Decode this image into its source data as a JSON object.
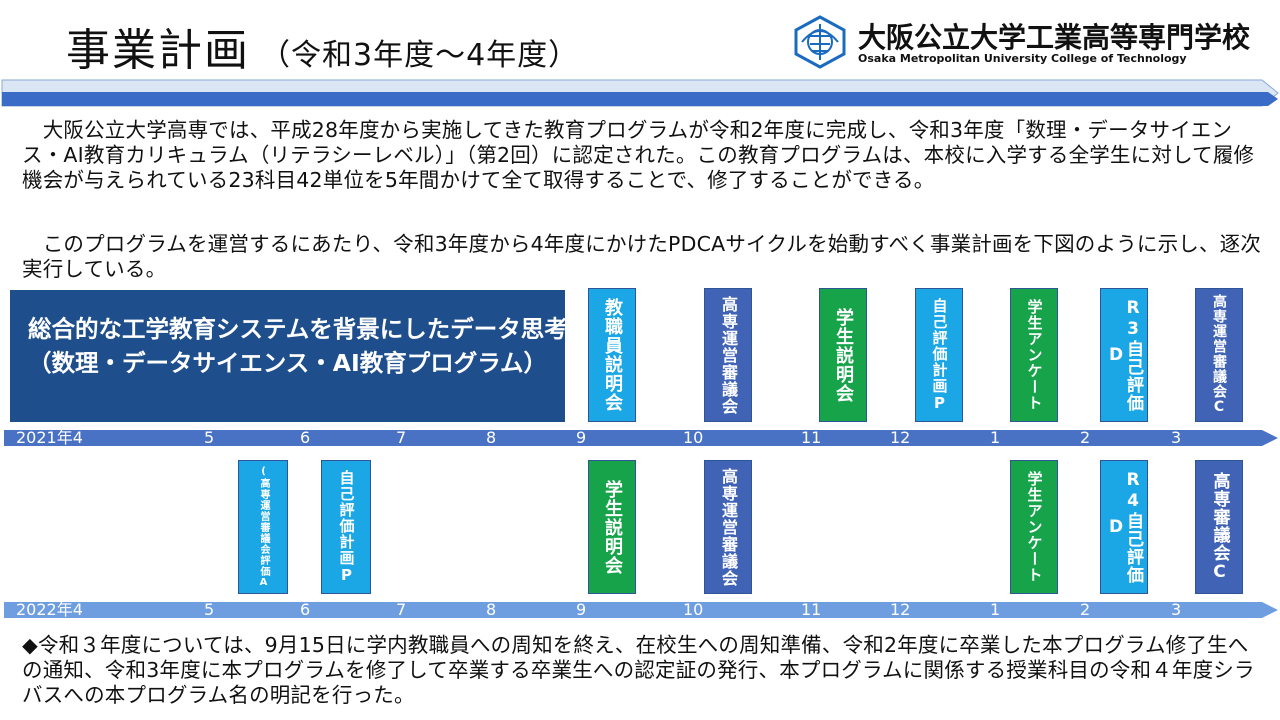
{
  "header": {
    "title": "事業計画",
    "subtitle": "（令和3年度～4年度）",
    "school_name": "大阪公立大学工業高等専門学校",
    "school_name_en": "Osaka Metropolitan University College of Technology",
    "logo_icon": "school-emblem-icon"
  },
  "intro": {
    "paragraph1": "　大阪公立大学高専では、平成28年度から実施してきた教育プログラムが令和2年度に完成し、令和3年度「数理・データサイエンス・AI教育カリキュラム（リテラシーレベル）」（第2回）に認定された。この教育プログラムは、本校に入学する全学生に対して履修機会が与えられている23科目42単位を5年間かけて全て取得することで、修了することができる。",
    "paragraph2": "　このプログラムを運営するにあたり、令和3年度から4年度にかけたPDCAサイクルを始動すべく事業計画を下図のように示し、逐次実行している。"
  },
  "headline": {
    "line1": "総合的な工学教育システムを背景にしたデータ思考力の涵養",
    "line2": "（数理・データサイエンス・AI教育プログラム）"
  },
  "timeline_2021": {
    "start": "2021年4",
    "months": [
      "5",
      "6",
      "7",
      "8",
      "9",
      "10",
      "11",
      "12",
      "1",
      "2",
      "3"
    ]
  },
  "timeline_2022": {
    "start": "2022年4",
    "months": [
      "5",
      "6",
      "7",
      "8",
      "9",
      "10",
      "11",
      "12",
      "1",
      "2",
      "3"
    ]
  },
  "events_2021": [
    {
      "text": "教職員説明会",
      "color": "#1ba6e6"
    },
    {
      "text": "高専運営審議会",
      "color": "#4163b6"
    },
    {
      "text": "学生説明会",
      "color": "#16a34a"
    },
    {
      "text": "自己評価計画P",
      "color": "#1ba6e6"
    },
    {
      "text": "学生アンケート",
      "color": "#16a34a"
    },
    {
      "text": "R3自己評価D",
      "color": "#1ba6e6"
    },
    {
      "text": "高専運営審議会C",
      "color": "#4163b6"
    }
  ],
  "events_2022": [
    {
      "text": "(高専運営審議会評価A",
      "color": "#1ba6e6"
    },
    {
      "text": "自己評価計画P",
      "color": "#1ba6e6"
    },
    {
      "text": "学生説明会",
      "color": "#16a34a"
    },
    {
      "text": "高専運営審議会",
      "color": "#4163b6"
    },
    {
      "text": "学生アンケート",
      "color": "#16a34a"
    },
    {
      "text": "R4自己評価D",
      "color": "#1ba6e6"
    },
    {
      "text": "高専審議会C",
      "color": "#4163b6"
    }
  ],
  "summary": {
    "paragraph": "◆令和３年度については、9月15日に学内教職員への周知を終え、在校生への周知準備、令和2年度に卒業した本プログラム修了生への通知、令和3年度に本プログラムを修了して卒業する卒業生への認定証の発行、本プログラムに関係する授業科目の令和４年度シラバスへの本プログラム名の明記を行った。"
  }
}
